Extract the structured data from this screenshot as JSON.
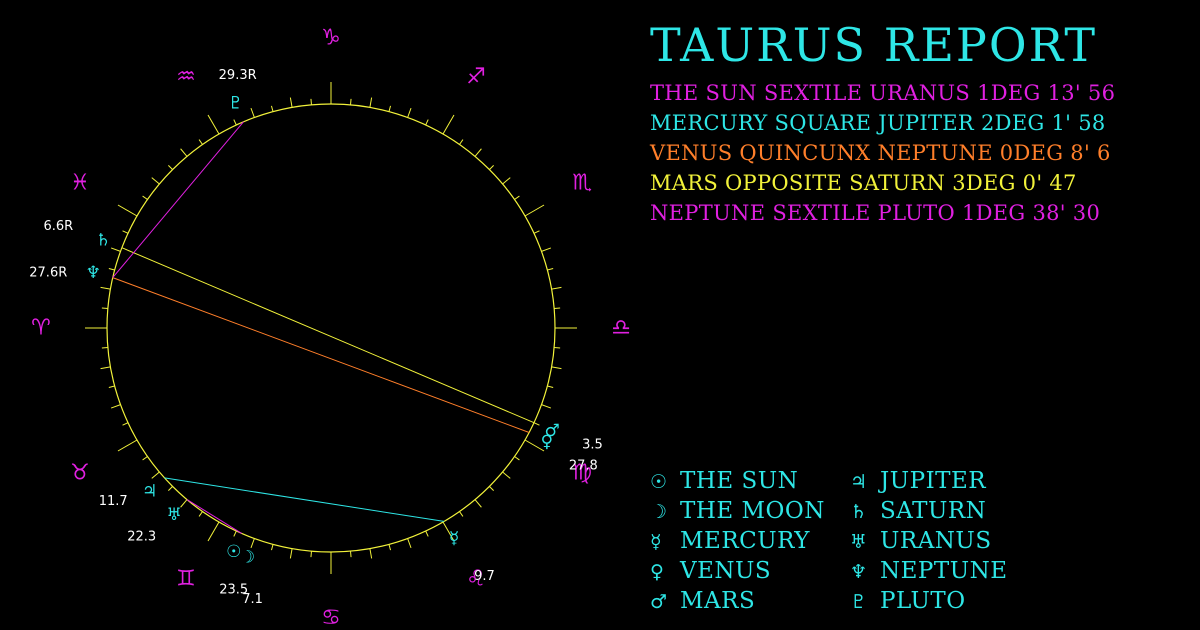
{
  "title": "TAURUS REPORT",
  "colors": {
    "background": "#000000",
    "wheel": "#f2f23a",
    "sign_glyph": "#e020e0",
    "planet_glyph": "#2ee6e6",
    "label": "#ffffff"
  },
  "aspects": [
    {
      "text": "THE SUN SEXTILE URANUS 1DEG 13' 56",
      "color": "#e020e0"
    },
    {
      "text": "MERCURY SQUARE JUPITER 2DEG 1' 58",
      "color": "#2ee6e6"
    },
    {
      "text": "VENUS QUINCUNX NEPTUNE 0DEG 8' 6",
      "color": "#ff7f2a"
    },
    {
      "text": "MARS OPPOSITE SATURN 3DEG 0' 47",
      "color": "#f2f23a"
    },
    {
      "text": "NEPTUNE SEXTILE PLUTO 1DEG 38' 30",
      "color": "#e020e0"
    }
  ],
  "legend": [
    {
      "glyph": "☉",
      "name": "THE SUN"
    },
    {
      "glyph": "☽",
      "name": "THE MOON"
    },
    {
      "glyph": "☿",
      "name": "MERCURY"
    },
    {
      "glyph": "♀",
      "name": "VENUS"
    },
    {
      "glyph": "♂",
      "name": "MARS"
    },
    {
      "glyph": "♃",
      "name": "JUPITER"
    },
    {
      "glyph": "♄",
      "name": "SATURN"
    },
    {
      "glyph": "♅",
      "name": "URANUS"
    },
    {
      "glyph": "♆",
      "name": "NEPTUNE"
    },
    {
      "glyph": "♇",
      "name": "PLUTO"
    }
  ],
  "signs": [
    {
      "name": "aries",
      "glyph": "♈",
      "angle": 180
    },
    {
      "name": "taurus",
      "glyph": "♉",
      "angle": 210
    },
    {
      "name": "gemini",
      "glyph": "♊",
      "angle": 240
    },
    {
      "name": "cancer",
      "glyph": "♋",
      "angle": 270
    },
    {
      "name": "leo",
      "glyph": "♌",
      "angle": 300
    },
    {
      "name": "virgo",
      "glyph": "♍",
      "angle": 330
    },
    {
      "name": "libra",
      "glyph": "♎",
      "angle": 0
    },
    {
      "name": "scorpio",
      "glyph": "♏",
      "angle": 30
    },
    {
      "name": "sagittarius",
      "glyph": "♐",
      "angle": 60
    },
    {
      "name": "capricorn",
      "glyph": "♑",
      "angle": 90
    },
    {
      "name": "aquarius",
      "glyph": "♒",
      "angle": 120
    },
    {
      "name": "pisces",
      "glyph": "♓",
      "angle": 150
    }
  ],
  "planets": [
    {
      "name": "sun",
      "glyph": "☉",
      "label": "23.5",
      "angle": 246.5
    },
    {
      "name": "moon",
      "glyph": "☽",
      "label": "7.1",
      "angle": 250
    },
    {
      "name": "mercury",
      "glyph": "☿",
      "label": "9.7",
      "angle": 300.3
    },
    {
      "name": "venus",
      "glyph": "♀",
      "label": "27.8",
      "angle": 332.2
    },
    {
      "name": "mars",
      "glyph": "♂",
      "label": "3.5",
      "angle": 335
    },
    {
      "name": "jupiter",
      "glyph": "♃",
      "label": "11.7",
      "angle": 222
    },
    {
      "name": "saturn",
      "glyph": "♄",
      "label": "6.6R",
      "angle": 159
    },
    {
      "name": "uranus",
      "glyph": "♅",
      "label": "22.3",
      "angle": 230
    },
    {
      "name": "neptune",
      "glyph": "♆",
      "label": "27.6R",
      "angle": 167
    },
    {
      "name": "pluto",
      "glyph": "♇",
      "label": "29.3R",
      "angle": 113
    }
  ],
  "aspect_lines": [
    {
      "from": "sun",
      "to": "uranus",
      "color": "#e020e0"
    },
    {
      "from": "mercury",
      "to": "jupiter",
      "color": "#2ee6e6"
    },
    {
      "from": "venus",
      "to": "neptune",
      "color": "#ff7f2a"
    },
    {
      "from": "mars",
      "to": "saturn",
      "color": "#f2f23a"
    },
    {
      "from": "neptune",
      "to": "pluto",
      "color": "#e020e0"
    }
  ]
}
